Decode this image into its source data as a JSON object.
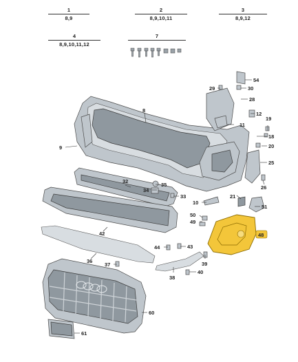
{
  "kits": [
    {
      "id": "kit-1",
      "number": "1",
      "contents": "8,9"
    },
    {
      "id": "kit-2",
      "number": "2",
      "contents": "8,9,10,11"
    },
    {
      "id": "kit-3",
      "number": "3",
      "contents": "8,9,12"
    },
    {
      "id": "kit-4",
      "number": "4",
      "contents": "8,9,10,11,12"
    },
    {
      "id": "kit-7",
      "number": "7",
      "contents": ""
    }
  ],
  "callouts": {
    "c8": "8",
    "c9": "9",
    "c10": "10",
    "c11": "11",
    "c12": "12",
    "c18": "18",
    "c19": "19",
    "c20": "20",
    "c21": "21",
    "c25": "25",
    "c26": "26",
    "c28": "28",
    "c29": "29",
    "c30": "30",
    "c32": "32",
    "c33": "33",
    "c34": "34",
    "c35": "35",
    "c36": "36",
    "c37": "37",
    "c38": "38",
    "c39": "39",
    "c40": "40",
    "c42": "42",
    "c43": "43",
    "c44": "44",
    "c48": "48",
    "c49": "49",
    "c50": "50",
    "c51": "51",
    "c54": "54",
    "c60": "60",
    "c61": "61"
  },
  "highlight_color": "#f3c63a",
  "part_color": "#bfc6cc"
}
